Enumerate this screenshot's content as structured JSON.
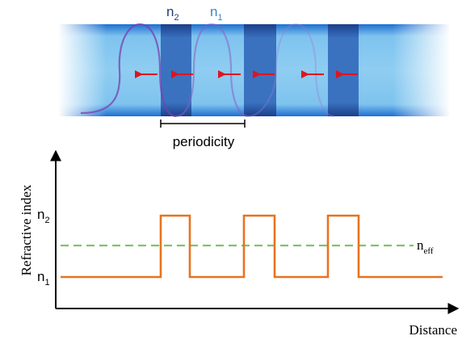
{
  "waveguide": {
    "label_n2": "n",
    "label_n2_sub": "2",
    "label_n1": "n",
    "label_n1_sub": "1",
    "label_n2_color": "#1f3f6e",
    "label_n1_color": "#3b86c6",
    "core_color": "#7ec3ee",
    "edge_color": "#1f6fd1",
    "grating_color": "#2a66b8",
    "arrow_color": "#e0141e",
    "wave_color": "#7a3fb0"
  },
  "periodicity": {
    "label": "periodicity"
  },
  "plot": {
    "y_axis_label": "Refractive index",
    "x_axis_label": "Distance",
    "tick_n2": "n",
    "tick_n2_sub": "2",
    "tick_n1": "n",
    "tick_n1_sub": "1",
    "neff_label": "n",
    "neff_sub": "eff",
    "profile_color": "#e8731f",
    "neff_color": "#7fc36b",
    "axis_color": "#000000"
  },
  "chart_data": {
    "type": "line",
    "title": "",
    "xlabel": "Distance",
    "ylabel": "Refractive index",
    "y_levels": [
      "n1",
      "neff",
      "n2"
    ],
    "series": [
      {
        "name": "",
        "style": "step",
        "values_by_segment": [
          "n1",
          "n2",
          "n1",
          "n2",
          "n1",
          "n2",
          "n1"
        ]
      },
      {
        "name": "n_eff",
        "style": "dashed",
        "values_by_segment": [
          "neff"
        ]
      }
    ],
    "grid": false
  }
}
